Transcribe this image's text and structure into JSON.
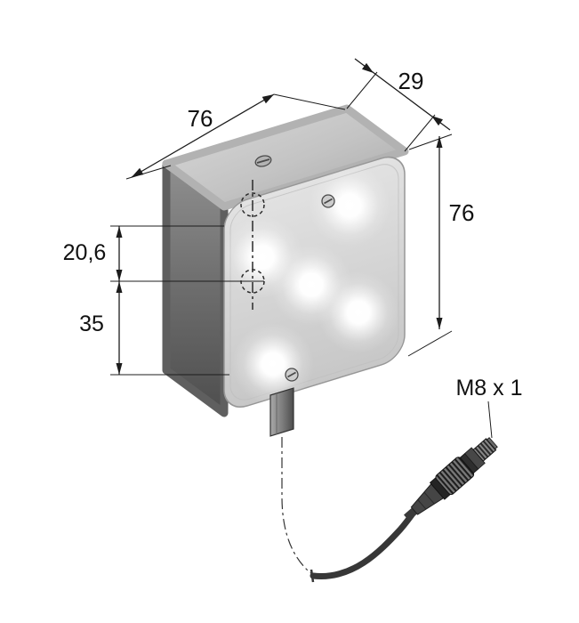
{
  "page": {
    "background": "#ffffff",
    "kind": "technical dimension drawing of a square LED array light with M8 pigtail connector"
  },
  "drawing": {
    "dimension_labels": {
      "top_width": "76",
      "depth": "29",
      "right_height": "76",
      "left_upper": "20,6",
      "left_lower": "35"
    },
    "connector_label": "M8 x 1"
  },
  "colors": {
    "line": "#1c1c1c",
    "front_face": "#d6d6d6",
    "top_face": "#c0c0c0",
    "side_face": "#6f6f6f",
    "led_glow": "#ffffff",
    "connector_body": "#2e2e2e"
  }
}
